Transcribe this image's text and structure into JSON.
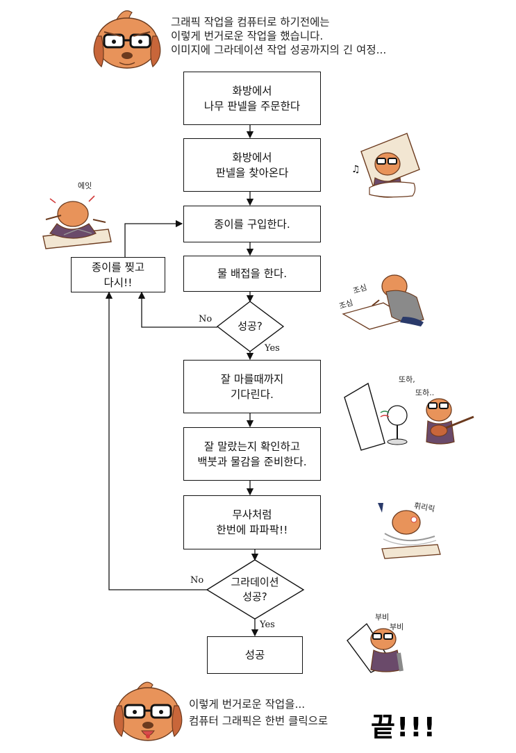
{
  "intro": {
    "line1": "그래픽 작업을 컴퓨터로 하기전에는",
    "line2": "이렇게 번거로운 작업을 했습니다.",
    "line3": "이미지에 그라데이션 작업 성공까지의 긴 여정..."
  },
  "steps": {
    "order_panel": [
      "화방에서",
      "나무 판넬을 주문한다"
    ],
    "fetch_panel": [
      "화방에서",
      "판넬을 찾아온다"
    ],
    "buy_paper": [
      "종이를 구입한다."
    ],
    "wet_paper": [
      "물 배접을 한다."
    ],
    "wait_dry": [
      "잘 마를때까지",
      "기다린다."
    ],
    "prepare": [
      "잘 말랐는지 확인하고",
      "백붓과 물감을 준비한다."
    ],
    "paint": [
      "무사처럼",
      "한번에 파파팍!!"
    ],
    "tear_again": [
      "종이를 찢고",
      "다시!!"
    ],
    "success": [
      "성공"
    ]
  },
  "decisions": {
    "success_check": [
      "성공?"
    ],
    "gradient_check": [
      "그라데이션",
      "성공?"
    ]
  },
  "edge_labels": {
    "no": "No",
    "yes": "Yes"
  },
  "notes": {
    "angry": "에잇",
    "careful_1": "조심",
    "careful_2": "조심",
    "again_1": "또하,",
    "again_2": "또하..",
    "swish": "휘리릭",
    "fan_1": "부비",
    "fan_2": "부비"
  },
  "outro": {
    "line1": "이렇게 번거로운 작업을...",
    "line2": "컴퓨터 그래픽은 한번 클릭으로",
    "end_word": "끝!!!"
  },
  "colors": {
    "line": "#111111",
    "mascot_fur": "#e8935a",
    "mascot_fur_dark": "#c8663a",
    "mascot_tongue": "#d94b4b",
    "shirt": "#6a4a6a",
    "accent_red": "#d23a3a"
  }
}
